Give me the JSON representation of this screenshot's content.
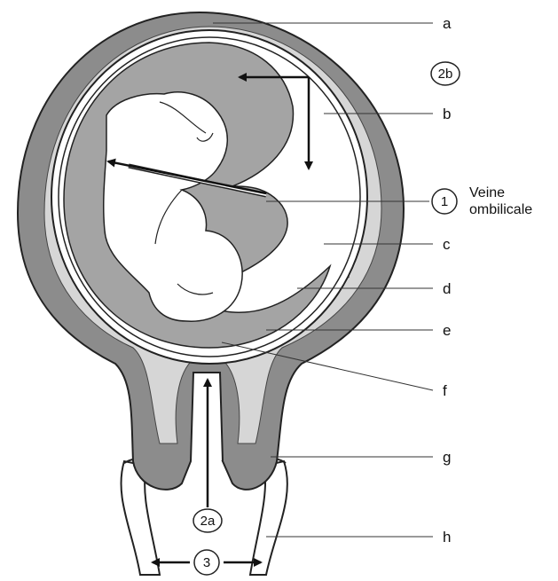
{
  "labels": {
    "a": "a",
    "b": "b",
    "c": "c",
    "d": "d",
    "e": "e",
    "f": "f",
    "g": "g",
    "h": "h"
  },
  "markers": {
    "m1": "1",
    "m2a": "2a",
    "m2b": "2b",
    "m3": "3"
  },
  "annotation": {
    "line1": "Veine",
    "line2": "ombilicale"
  },
  "colors": {
    "wall": "#8c8c8c",
    "cavity": "#a4a4a4",
    "light": "#d6d6d6",
    "outline": "#222222",
    "fetus": "#ffffff"
  }
}
